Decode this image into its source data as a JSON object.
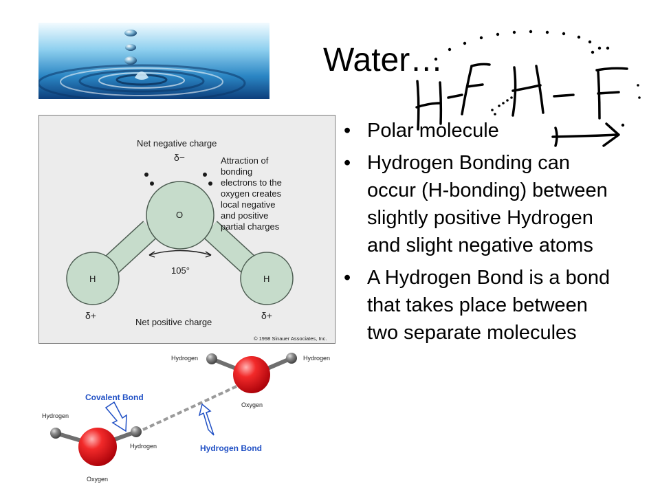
{
  "slide": {
    "title": "Water…",
    "bullets": [
      "Polar molecule",
      "Hydrogen Bonding can occur (H-bonding) between slightly positive Hydrogen and slight negative atoms",
      "A Hydrogen Bond is a bond that takes place between two separate molecules"
    ]
  },
  "molecule_figure": {
    "net_negative": "Net negative charge",
    "delta_minus": "δ−",
    "attraction_lines": [
      "Attraction of",
      "bonding",
      "electrons to the",
      "oxygen creates",
      "local negative",
      "and positive",
      "partial charges"
    ],
    "oxygen": "O",
    "hydrogen_left": "H",
    "hydrogen_right": "H",
    "angle": "105°",
    "delta_plus_left": "δ+",
    "delta_plus_right": "δ+",
    "net_positive": "Net positive charge",
    "copyright": "© 1998 Sinauer Associates, Inc."
  },
  "hbond_figure": {
    "top_h_left": "Hydrogen",
    "top_h_right": "Hydrogen",
    "top_oxygen": "Oxygen",
    "covalent_bond": "Covalent Bond",
    "hydrogen_bond": "Hydrogen Bond",
    "bottom_h_left": "Hydrogen",
    "bottom_h_right": "Hydrogen",
    "bottom_oxygen": "Oxygen"
  },
  "annotation": {
    "handwriting": "H-F H-F"
  },
  "colors": {
    "figure_background": "#ececec",
    "molecule_fill": "#c6dccb",
    "molecule_stroke": "#4d5d52",
    "oxygen_red": "#e8141c",
    "label_blue": "#1f4fc4",
    "bond_gray": "#8a8a8a"
  }
}
